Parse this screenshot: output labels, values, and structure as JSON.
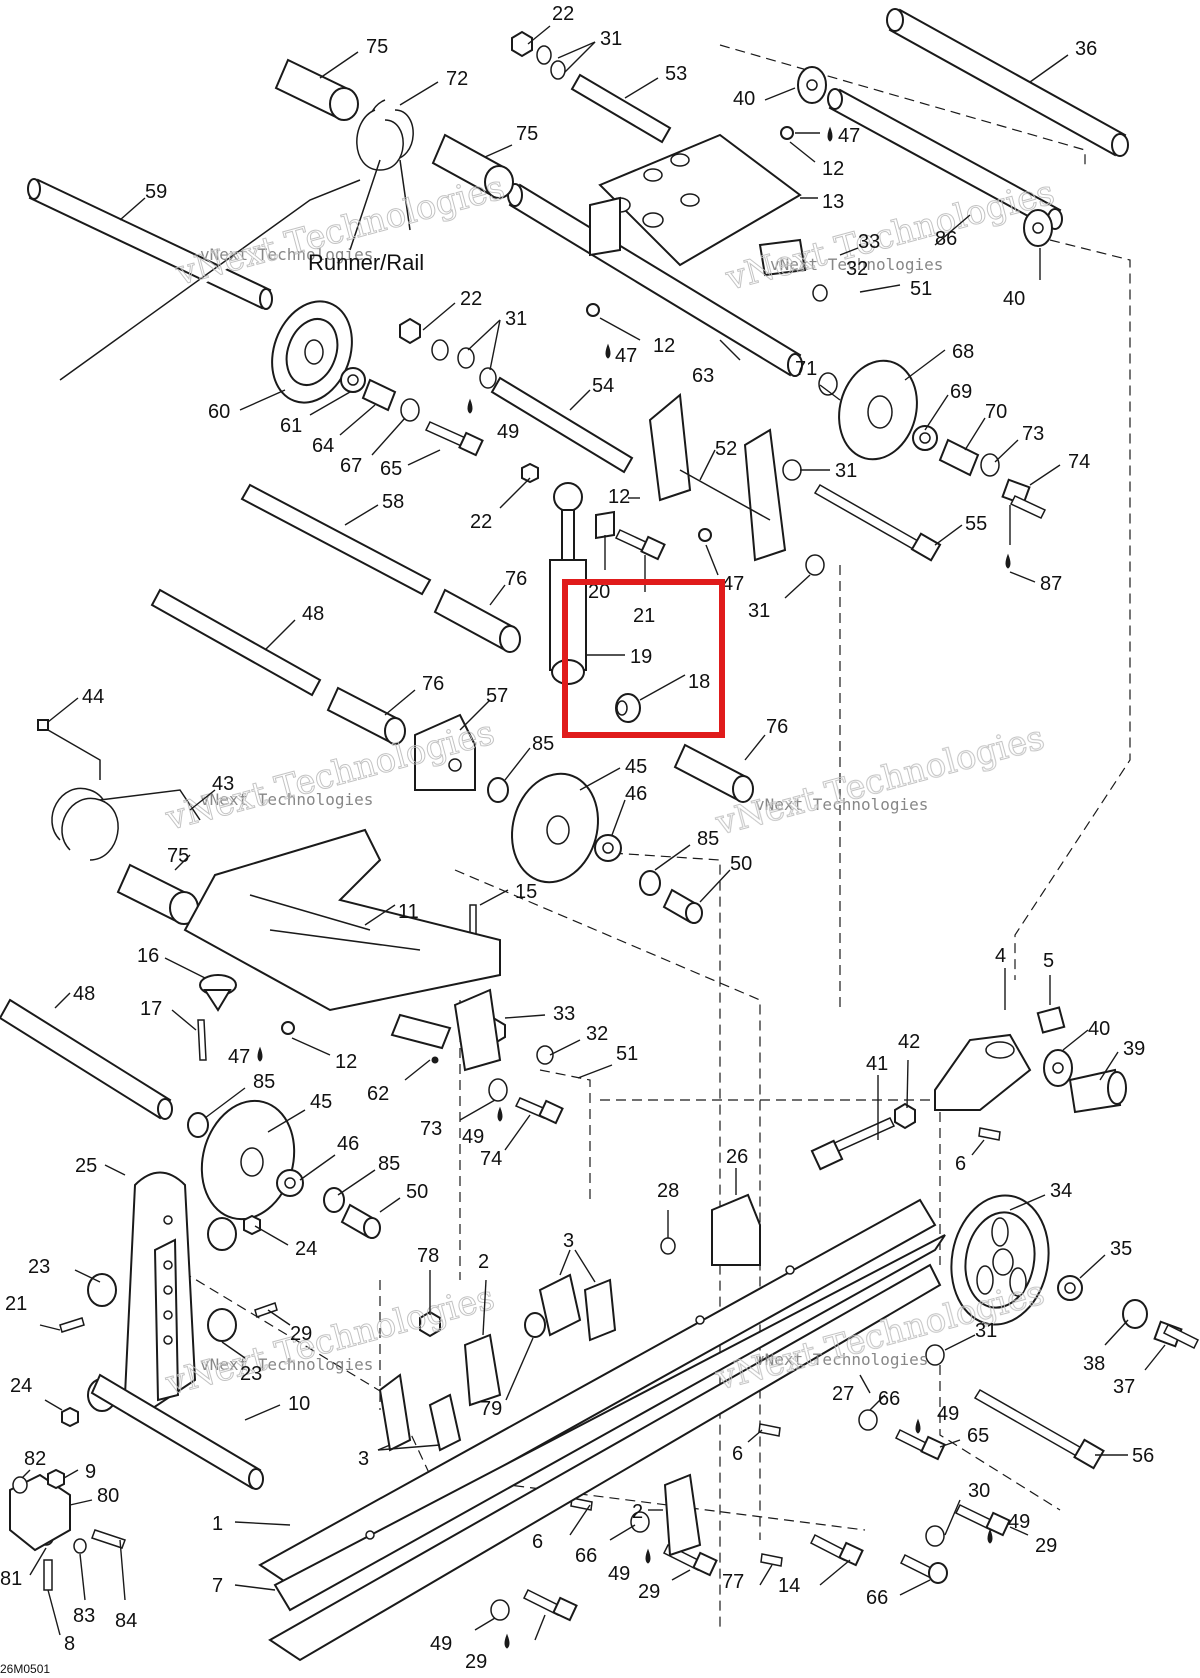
{
  "diagram": {
    "section_label": "Runner/Rail",
    "drawing_code": "26M0501",
    "highlight_color": "#e01b1b",
    "line_color": "#1a1a1a",
    "watermark": {
      "big": "vNext Technologies",
      "small": "vNext Technologies"
    },
    "icons": {
      "lubricant": "oil-drop-icon"
    },
    "callouts": [
      "22",
      "31",
      "75",
      "72",
      "53",
      "36",
      "40",
      "47",
      "12",
      "13",
      "75",
      "59",
      "33",
      "51",
      "86",
      "40",
      "32",
      "22",
      "31",
      "12",
      "47",
      "63",
      "68",
      "69",
      "70",
      "73",
      "74",
      "60",
      "61",
      "64",
      "67",
      "65",
      "49",
      "54",
      "71",
      "52",
      "31",
      "55",
      "87",
      "58",
      "22",
      "12",
      "47",
      "76",
      "20",
      "21",
      "19",
      "18",
      "31",
      "48",
      "76",
      "57",
      "44",
      "85",
      "45",
      "46",
      "85",
      "50",
      "76",
      "43",
      "75",
      "11",
      "15",
      "16",
      "17",
      "33",
      "32",
      "51",
      "47",
      "12",
      "62",
      "85",
      "45",
      "73",
      "49",
      "74",
      "48",
      "46",
      "85",
      "50",
      "4",
      "5",
      "40",
      "39",
      "41",
      "42",
      "6",
      "26",
      "28",
      "34",
      "35",
      "25",
      "24",
      "23",
      "21",
      "29",
      "23",
      "24",
      "10",
      "78",
      "2",
      "3",
      "3",
      "79",
      "27",
      "66",
      "49",
      "65",
      "31",
      "38",
      "37",
      "56",
      "82",
      "9",
      "80",
      "6",
      "2",
      "30",
      "49",
      "29",
      "81",
      "83",
      "84",
      "8",
      "1",
      "7",
      "66",
      "49",
      "29",
      "6",
      "77",
      "14",
      "66",
      "49",
      "29"
    ]
  }
}
